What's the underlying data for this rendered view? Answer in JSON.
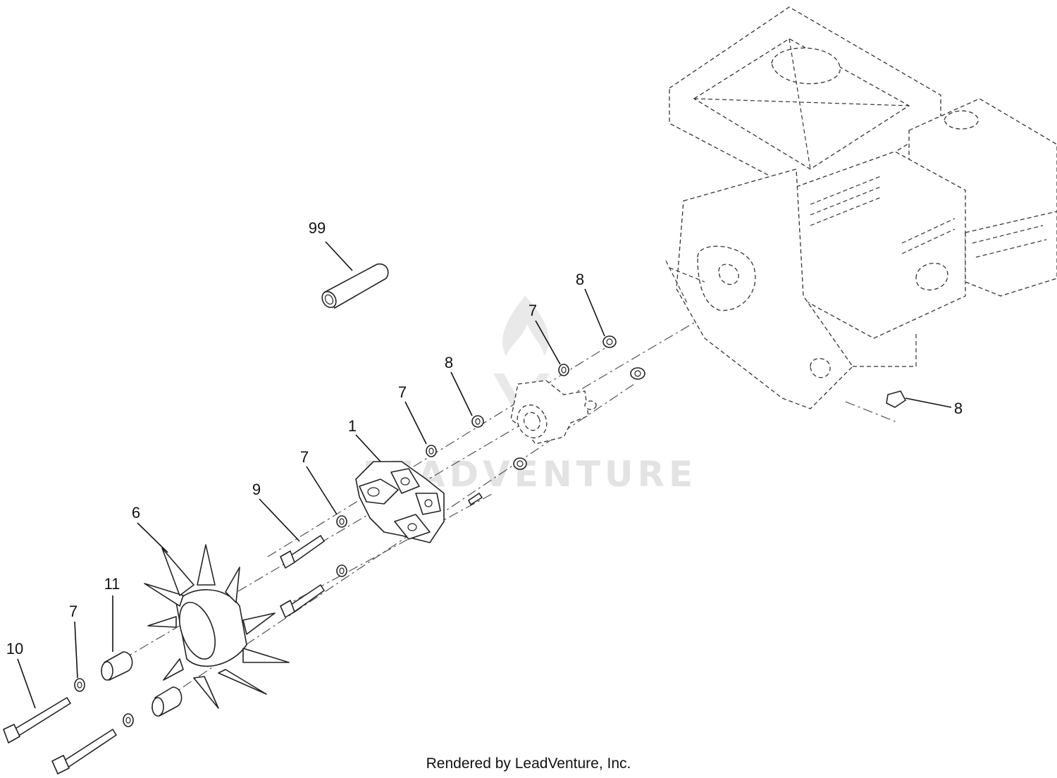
{
  "callouts": [
    {
      "text": "99"
    },
    {
      "text": "8"
    },
    {
      "text": "7"
    },
    {
      "text": "8"
    },
    {
      "text": "7"
    },
    {
      "text": "1"
    },
    {
      "text": "7"
    },
    {
      "text": "9"
    },
    {
      "text": "6"
    },
    {
      "text": "11"
    },
    {
      "text": "7"
    },
    {
      "text": "10"
    },
    {
      "text": "8"
    }
  ],
  "watermark": "LEADVENTURE",
  "credit": "Rendered by LeadVenture, Inc."
}
